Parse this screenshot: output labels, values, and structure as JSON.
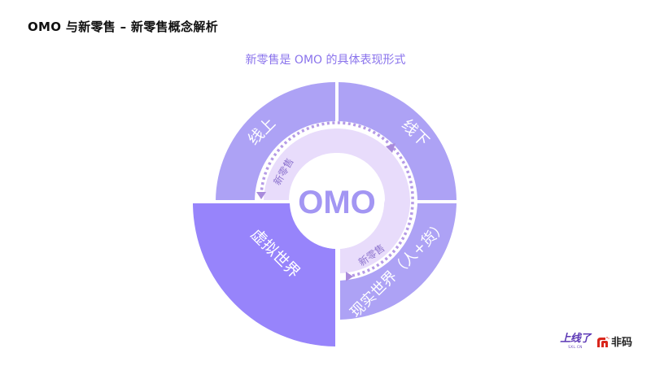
{
  "header": {
    "title": "OMO 与新零售 – 新零售概念解析"
  },
  "diagram": {
    "subtitle": "新零售是 OMO 的具体表现形式",
    "center_label": "OMO",
    "segments": {
      "online": "线上",
      "offline": "线下",
      "virtual_world": "虚拟世界",
      "real_world": "现实世界（人+货）"
    },
    "inner_ring_labels": {
      "left": "新零售",
      "bottom_right": "新零售"
    },
    "colors": {
      "outer_quadrant": "#ada2f5",
      "virtual_world": "#9784fb",
      "inner_ring": "#e8dcfb",
      "dots": "#b59ae6",
      "arrow": "#a98bdc",
      "center_text": "#a396f3",
      "subtitle": "#8a73ec"
    }
  },
  "footer": {
    "logo_left_main": "上线了",
    "logo_left_sub": "SXL.CN",
    "logo_right_text": "非码"
  }
}
